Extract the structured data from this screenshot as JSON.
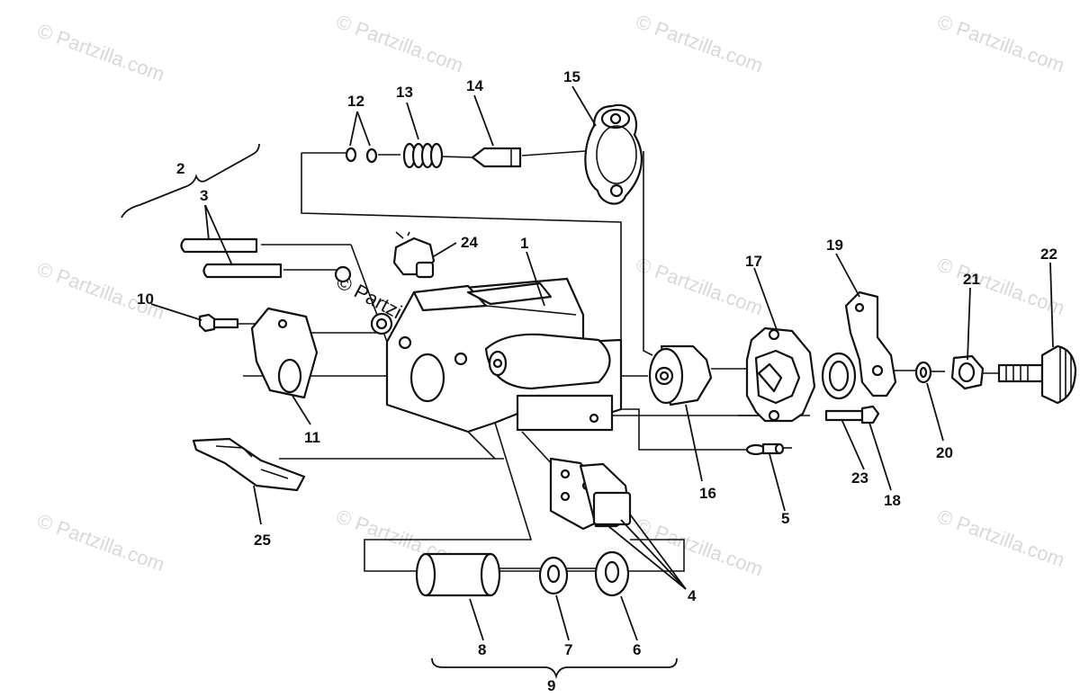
{
  "watermark": "© Partzilla.com",
  "parts": {
    "p1": "1",
    "p2": "2",
    "p3": "3",
    "p4": "4",
    "p5": "5",
    "p6": "6",
    "p7": "7",
    "p8": "8",
    "p9": "9",
    "p10": "10",
    "p11": "11",
    "p12": "12",
    "p13": "13",
    "p14": "14",
    "p15": "15",
    "p16": "16",
    "p17": "17",
    "p18": "18",
    "p19": "19",
    "p20": "20",
    "p21": "21",
    "p22": "22",
    "p23": "23",
    "p24": "24",
    "p25": "25"
  }
}
